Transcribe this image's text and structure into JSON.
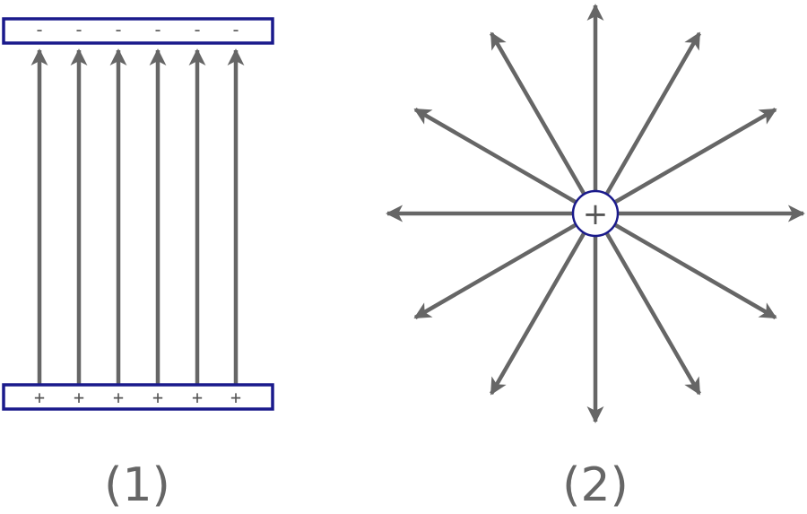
{
  "colors": {
    "plate_outline": "#1a1a8c",
    "field_line": "#666666",
    "charge_outline": "#1a1a8c",
    "label_text": "#666666"
  },
  "panel_1": {
    "label": "(1)",
    "top_plate": {
      "signs": [
        "-",
        "-",
        "-",
        "-",
        "-",
        "-"
      ]
    },
    "bottom_plate": {
      "signs": [
        "+",
        "+",
        "+",
        "+",
        "+",
        "+"
      ]
    },
    "field_line_count": 6,
    "field_direction": "bottom-to-top"
  },
  "panel_2": {
    "label": "(2)",
    "charge": {
      "sign": "+"
    },
    "field_line_count": 12,
    "field_direction": "radially-outward"
  }
}
